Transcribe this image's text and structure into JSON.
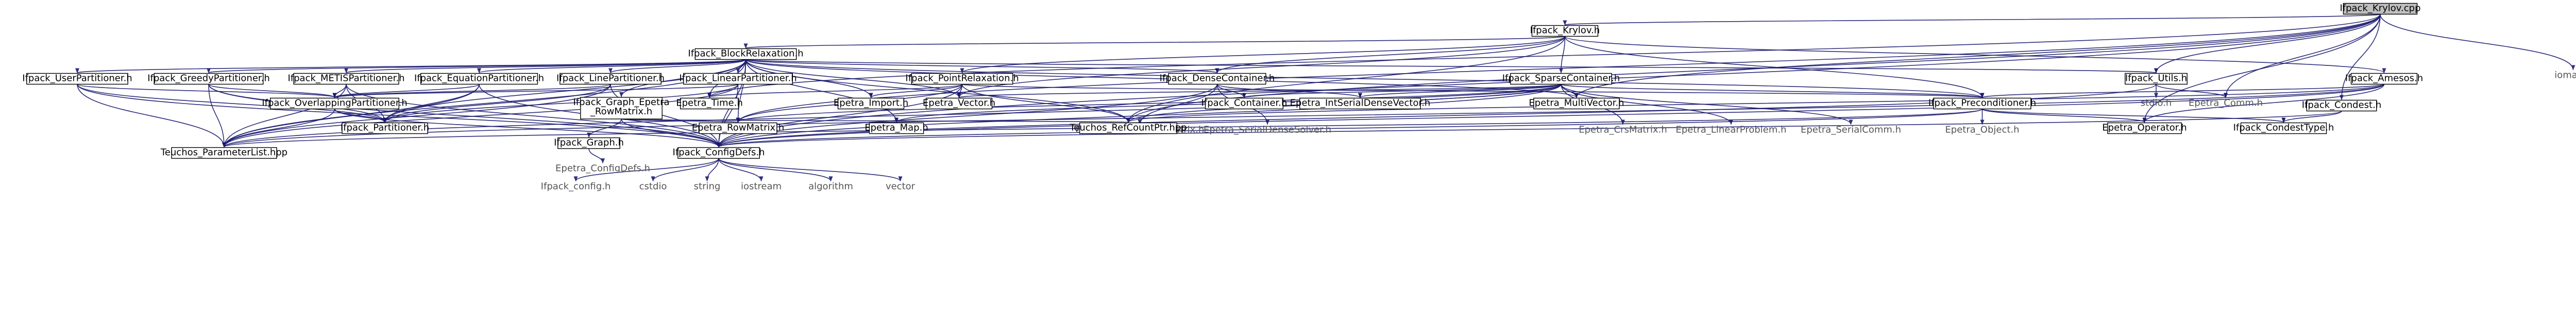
{
  "diagram": {
    "nodes": [
      {
        "id": "root",
        "label": "Ifpack_Krylov.cpp"
      },
      {
        "id": "krylov_h",
        "label": "Ifpack_Krylov.h"
      },
      {
        "id": "block_relax",
        "label": "Ifpack_BlockRelaxation.h"
      },
      {
        "id": "user_part",
        "label": "Ifpack_UserPartitioner.h"
      },
      {
        "id": "greedy_part",
        "label": "Ifpack_GreedyPartitioner.h"
      },
      {
        "id": "metis_part",
        "label": "Ifpack_METISPartitioner.h"
      },
      {
        "id": "equation_part",
        "label": "Ifpack_EquationPartitioner.h"
      },
      {
        "id": "line_part",
        "label": "Ifpack_LinePartitioner.h"
      },
      {
        "id": "linear_part",
        "label": "Ifpack_LinearPartitioner.h"
      },
      {
        "id": "point_relax",
        "label": "Ifpack_PointRelaxation.h"
      },
      {
        "id": "dense_cont",
        "label": "Ifpack_DenseContainer.h"
      },
      {
        "id": "sparse_cont",
        "label": "Ifpack_SparseContainer.h"
      },
      {
        "id": "utils",
        "label": "Ifpack_Utils.h"
      },
      {
        "id": "amesos",
        "label": "Ifpack_Amesos.h"
      },
      {
        "id": "condest",
        "label": "Ifpack_Condest.h"
      },
      {
        "id": "iomanip",
        "label": "iomanip"
      },
      {
        "id": "overlap_part",
        "label": "Ifpack_OverlappingPartitioner.h"
      },
      {
        "id": "graph_epetra",
        "label": "Ifpack_Graph_Epetra\n_RowMatrix.h"
      },
      {
        "id": "epetra_time",
        "label": "Epetra_Time.h"
      },
      {
        "id": "epetra_import",
        "label": "Epetra_Import.h"
      },
      {
        "id": "epetra_vector",
        "label": "Epetra_Vector.h"
      },
      {
        "id": "ifpack_container",
        "label": "Ifpack_Container.h"
      },
      {
        "id": "epetra_intserial",
        "label": "Epetra_IntSerialDenseVector.h"
      },
      {
        "id": "epetra_multivector",
        "label": "Epetra_MultiVector.h"
      },
      {
        "id": "ifpack_precond",
        "label": "Ifpack_Preconditioner.h"
      },
      {
        "id": "stdio",
        "label": "stdio.h"
      },
      {
        "id": "epetra_comm",
        "label": "Epetra_Comm.h"
      },
      {
        "id": "epetra_serialdense_matrix",
        "label": "Epetra_SerialDenseMatrix.h"
      },
      {
        "id": "epetra_serialdense_solver",
        "label": "Epetra_SerialDenseSolver.h"
      },
      {
        "id": "epetra_crsmatrix",
        "label": "Epetra_CrsMatrix.h"
      },
      {
        "id": "epetra_linearproblem",
        "label": "Epetra_LinearProblem.h"
      },
      {
        "id": "epetra_serialcomm",
        "label": "Epetra_SerialComm.h"
      },
      {
        "id": "ifpack_partitioner",
        "label": "Ifpack_Partitioner.h"
      },
      {
        "id": "ifpack_graph",
        "label": "Ifpack_Graph.h"
      },
      {
        "id": "epetra_rowmatrix",
        "label": "Epetra_RowMatrix.h"
      },
      {
        "id": "epetra_map",
        "label": "Epetra_Map.h"
      },
      {
        "id": "teuchos_rcp",
        "label": "Teuchos_RefCountPtr.hpp"
      },
      {
        "id": "epetra_object",
        "label": "Epetra_Object.h"
      },
      {
        "id": "epetra_operator",
        "label": "Epetra_Operator.h"
      },
      {
        "id": "condest_type",
        "label": "Ifpack_CondestType.h"
      },
      {
        "id": "teuchos_param",
        "label": "Teuchos_ParameterList.hpp"
      },
      {
        "id": "epetra_configdefs",
        "label": "Epetra_ConfigDefs.h"
      },
      {
        "id": "ifpack_configdefs",
        "label": "Ifpack_ConfigDefs.h"
      },
      {
        "id": "ifpack_config",
        "label": "Ifpack_config.h"
      },
      {
        "id": "cstdio",
        "label": "cstdio"
      },
      {
        "id": "string",
        "label": "string"
      },
      {
        "id": "iostream",
        "label": "iostream"
      },
      {
        "id": "algorithm",
        "label": "algorithm"
      },
      {
        "id": "vector",
        "label": "vector"
      }
    ],
    "edges": [
      [
        "root",
        "krylov_h"
      ],
      [
        "root",
        "iomanip"
      ],
      [
        "root",
        "utils"
      ],
      [
        "root",
        "condest"
      ],
      [
        "root",
        "epetra_comm"
      ],
      [
        "root",
        "epetra_operator"
      ],
      [
        "root",
        "epetra_multivector"
      ],
      [
        "root",
        "epetra_rowmatrix"
      ],
      [
        "root",
        "epetra_time"
      ],
      [
        "root",
        "teuchos_rcp"
      ],
      [
        "root",
        "ifpack_configdefs"
      ],
      [
        "krylov_h",
        "block_relax"
      ],
      [
        "krylov_h",
        "point_relax"
      ],
      [
        "krylov_h",
        "dense_cont"
      ],
      [
        "krylov_h",
        "sparse_cont"
      ],
      [
        "krylov_h",
        "amesos"
      ],
      [
        "krylov_h",
        "ifpack_precond"
      ],
      [
        "krylov_h",
        "epetra_vector"
      ],
      [
        "krylov_h",
        "teuchos_rcp"
      ],
      [
        "block_relax",
        "user_part"
      ],
      [
        "block_relax",
        "greedy_part"
      ],
      [
        "block_relax",
        "metis_part"
      ],
      [
        "block_relax",
        "equation_part"
      ],
      [
        "block_relax",
        "line_part"
      ],
      [
        "block_relax",
        "linear_part"
      ],
      [
        "block_relax",
        "graph_epetra"
      ],
      [
        "block_relax",
        "dense_cont"
      ],
      [
        "block_relax",
        "utils"
      ],
      [
        "block_relax",
        "epetra_time"
      ],
      [
        "block_relax",
        "epetra_import"
      ],
      [
        "block_relax",
        "epetra_vector"
      ],
      [
        "block_relax",
        "ifpack_precond"
      ],
      [
        "block_relax",
        "epetra_multivector"
      ],
      [
        "block_relax",
        "epetra_rowmatrix"
      ],
      [
        "block_relax",
        "epetra_map"
      ],
      [
        "block_relax",
        "teuchos_rcp"
      ],
      [
        "block_relax",
        "ifpack_partitioner"
      ],
      [
        "block_relax",
        "teuchos_param"
      ],
      [
        "block_relax",
        "ifpack_configdefs"
      ],
      [
        "user_part",
        "overlap_part"
      ],
      [
        "user_part",
        "ifpack_partitioner"
      ],
      [
        "user_part",
        "teuchos_param"
      ],
      [
        "user_part",
        "ifpack_configdefs"
      ],
      [
        "greedy_part",
        "overlap_part"
      ],
      [
        "greedy_part",
        "ifpack_partitioner"
      ],
      [
        "greedy_part",
        "teuchos_param"
      ],
      [
        "greedy_part",
        "ifpack_configdefs"
      ],
      [
        "metis_part",
        "overlap_part"
      ],
      [
        "metis_part",
        "ifpack_partitioner"
      ],
      [
        "metis_part",
        "teuchos_param"
      ],
      [
        "metis_part",
        "ifpack_configdefs"
      ],
      [
        "equation_part",
        "overlap_part"
      ],
      [
        "equation_part",
        "ifpack_partitioner"
      ],
      [
        "equation_part",
        "teuchos_param"
      ],
      [
        "equation_part",
        "ifpack_configdefs"
      ],
      [
        "line_part",
        "overlap_part"
      ],
      [
        "line_part",
        "ifpack_partitioner"
      ],
      [
        "line_part",
        "teuchos_param"
      ],
      [
        "line_part",
        "ifpack_configdefs"
      ],
      [
        "linear_part",
        "overlap_part"
      ],
      [
        "linear_part",
        "ifpack_partitioner"
      ],
      [
        "linear_part",
        "teuchos_param"
      ],
      [
        "linear_part",
        "ifpack_configdefs"
      ],
      [
        "overlap_part",
        "ifpack_partitioner"
      ],
      [
        "overlap_part",
        "teuchos_param"
      ],
      [
        "overlap_part",
        "ifpack_configdefs"
      ],
      [
        "graph_epetra",
        "ifpack_graph"
      ],
      [
        "graph_epetra",
        "epetra_rowmatrix"
      ],
      [
        "graph_epetra",
        "teuchos_rcp"
      ],
      [
        "graph_epetra",
        "ifpack_configdefs"
      ],
      [
        "ifpack_graph",
        "epetra_configdefs"
      ],
      [
        "point_relax",
        "epetra_import"
      ],
      [
        "point_relax",
        "epetra_vector"
      ],
      [
        "point_relax",
        "epetra_time"
      ],
      [
        "point_relax",
        "ifpack_precond"
      ],
      [
        "point_relax",
        "epetra_rowmatrix"
      ],
      [
        "point_relax",
        "teuchos_rcp"
      ],
      [
        "point_relax",
        "ifpack_configdefs"
      ],
      [
        "dense_cont",
        "ifpack_container"
      ],
      [
        "dense_cont",
        "epetra_serialdense_matrix"
      ],
      [
        "dense_cont",
        "epetra_serialdense_solver"
      ],
      [
        "dense_cont",
        "epetra_intserial"
      ],
      [
        "dense_cont",
        "ifpack_configdefs"
      ],
      [
        "sparse_cont",
        "ifpack_container"
      ],
      [
        "sparse_cont",
        "epetra_intserial"
      ],
      [
        "sparse_cont",
        "epetra_multivector"
      ],
      [
        "sparse_cont",
        "epetra_vector"
      ],
      [
        "sparse_cont",
        "epetra_map"
      ],
      [
        "sparse_cont",
        "epetra_rowmatrix"
      ],
      [
        "sparse_cont",
        "epetra_crsmatrix"
      ],
      [
        "sparse_cont",
        "epetra_linearproblem"
      ],
      [
        "sparse_cont",
        "epetra_serialcomm"
      ],
      [
        "sparse_cont",
        "ifpack_precond"
      ],
      [
        "sparse_cont",
        "teuchos_rcp"
      ],
      [
        "sparse_cont",
        "teuchos_param"
      ],
      [
        "sparse_cont",
        "ifpack_configdefs"
      ],
      [
        "utils",
        "stdio"
      ],
      [
        "utils",
        "epetra_comm"
      ],
      [
        "utils",
        "ifpack_configdefs"
      ],
      [
        "amesos",
        "ifpack_precond"
      ],
      [
        "amesos",
        "epetra_operator"
      ],
      [
        "amesos",
        "teuchos_rcp"
      ],
      [
        "amesos",
        "teuchos_param"
      ],
      [
        "amesos",
        "ifpack_configdefs"
      ],
      [
        "ifpack_precond",
        "epetra_object"
      ],
      [
        "ifpack_precond",
        "epetra_operator"
      ],
      [
        "ifpack_precond",
        "condest_type"
      ],
      [
        "ifpack_precond",
        "teuchos_param"
      ],
      [
        "ifpack_precond",
        "ifpack_configdefs"
      ],
      [
        "condest",
        "condest_type"
      ],
      [
        "condest",
        "ifpack_configdefs"
      ],
      [
        "ifpack_configdefs",
        "ifpack_config"
      ],
      [
        "ifpack_configdefs",
        "cstdio"
      ],
      [
        "ifpack_configdefs",
        "string"
      ],
      [
        "ifpack_configdefs",
        "iostream"
      ],
      [
        "ifpack_configdefs",
        "algorithm"
      ],
      [
        "ifpack_configdefs",
        "vector"
      ]
    ]
  }
}
